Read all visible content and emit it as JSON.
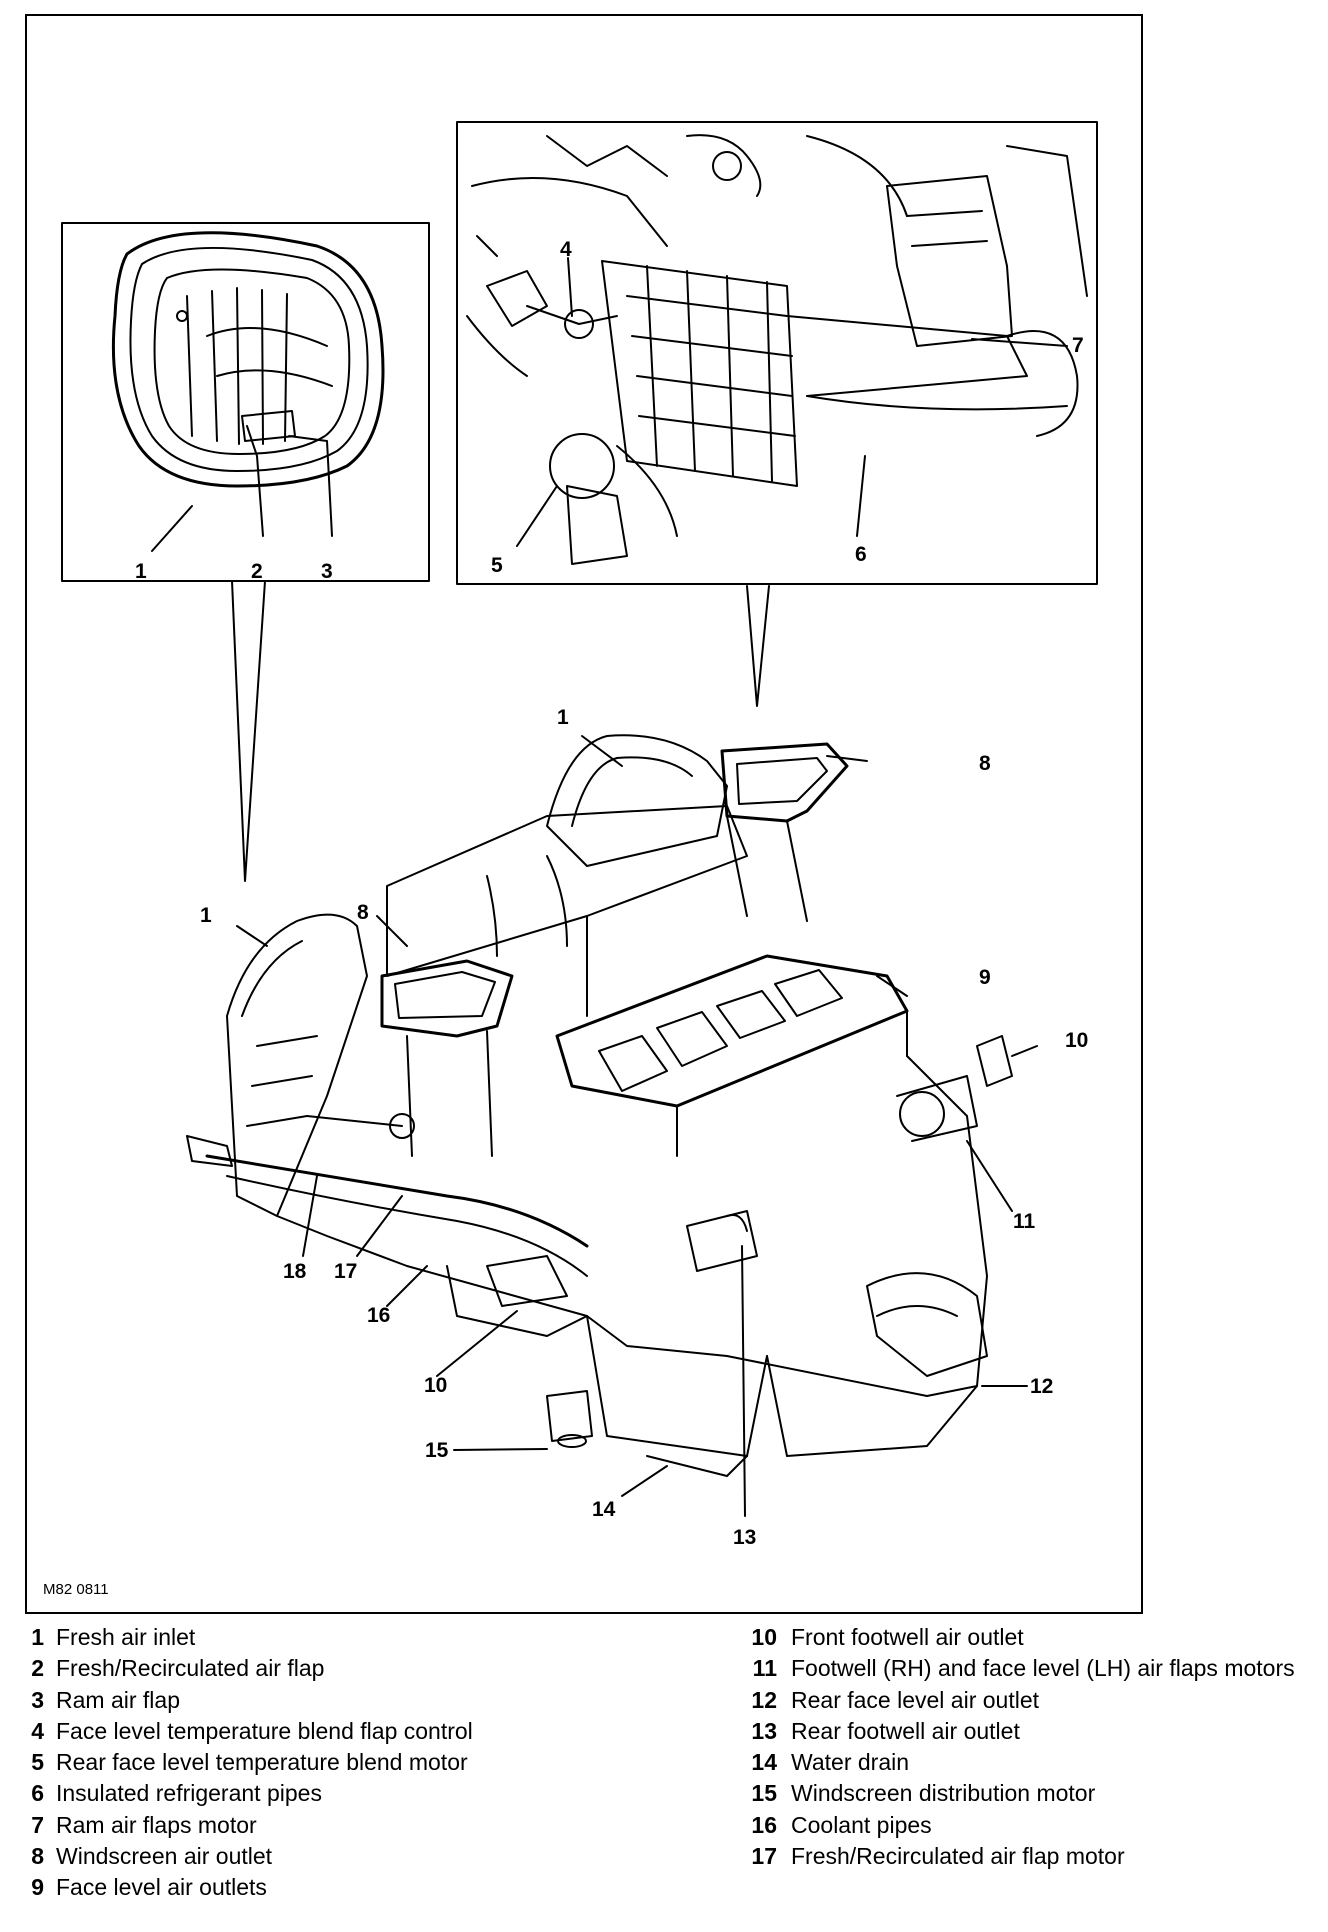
{
  "figure": {
    "code": "M82 0811",
    "callouts": {
      "inset_left": [
        "1",
        "2",
        "3"
      ],
      "inset_right": [
        "4",
        "5",
        "6",
        "7"
      ],
      "main": [
        "1",
        "8",
        "1",
        "8",
        "9",
        "10",
        "11",
        "18",
        "17",
        "16",
        "10",
        "12",
        "15",
        "14",
        "13"
      ]
    }
  },
  "legend": {
    "left": [
      {
        "num": "1",
        "text": "Fresh air inlet"
      },
      {
        "num": "2",
        "text": "Fresh/Recirculated air flap"
      },
      {
        "num": "3",
        "text": "Ram air flap"
      },
      {
        "num": "4",
        "text": "Face level temperature blend flap control"
      },
      {
        "num": "5",
        "text": "Rear face level temperature blend motor"
      },
      {
        "num": "6",
        "text": "Insulated refrigerant pipes"
      },
      {
        "num": "7",
        "text": "Ram air flaps motor"
      },
      {
        "num": "8",
        "text": "Windscreen air outlet"
      },
      {
        "num": "9",
        "text": "Face level air outlets"
      }
    ],
    "right": [
      {
        "num": "10",
        "text": "Front footwell air outlet"
      },
      {
        "num": "11",
        "text": "Footwell (RH) and face level (LH) air flaps motors"
      },
      {
        "num": "12",
        "text": "Rear face level air outlet"
      },
      {
        "num": "13",
        "text": "Rear footwell air outlet"
      },
      {
        "num": "14",
        "text": "Water drain"
      },
      {
        "num": "15",
        "text": "Windscreen distribution motor"
      },
      {
        "num": "16",
        "text": "Coolant pipes"
      },
      {
        "num": "17",
        "text": "Fresh/Recirculated air flap motor"
      }
    ]
  }
}
